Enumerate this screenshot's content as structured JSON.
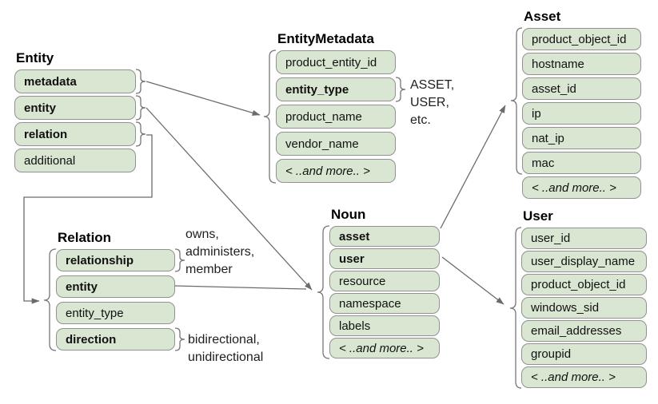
{
  "tables": {
    "entity": {
      "title": "Entity",
      "fields": [
        {
          "label": "metadata"
        },
        {
          "label": "entity"
        },
        {
          "label": "relation"
        },
        {
          "label": "additional"
        }
      ]
    },
    "entity_metadata": {
      "title": "EntityMetadata",
      "fields": [
        {
          "label": "product_entity_id"
        },
        {
          "label": "entity_type"
        },
        {
          "label": "product_name"
        },
        {
          "label": "vendor_name"
        },
        {
          "label": "< ..and more.. >"
        }
      ]
    },
    "asset": {
      "title": "Asset",
      "fields": [
        {
          "label": "product_object_id"
        },
        {
          "label": "hostname"
        },
        {
          "label": "asset_id"
        },
        {
          "label": "ip"
        },
        {
          "label": "nat_ip"
        },
        {
          "label": "mac"
        },
        {
          "label": "< ..and more.. >"
        }
      ]
    },
    "noun": {
      "title": "Noun",
      "fields": [
        {
          "label": "asset"
        },
        {
          "label": "user"
        },
        {
          "label": "resource"
        },
        {
          "label": "namespace"
        },
        {
          "label": "labels"
        },
        {
          "label": "< ..and more.. >"
        }
      ]
    },
    "relation": {
      "title": "Relation",
      "fields": [
        {
          "label": "relationship"
        },
        {
          "label": "entity"
        },
        {
          "label": "entity_type"
        },
        {
          "label": "direction"
        }
      ]
    },
    "user": {
      "title": "User",
      "fields": [
        {
          "label": "user_id"
        },
        {
          "label": "user_display_name"
        },
        {
          "label": "product_object_id"
        },
        {
          "label": "windows_sid"
        },
        {
          "label": "email_addresses"
        },
        {
          "label": "groupid"
        },
        {
          "label": "< ..and more.. >"
        }
      ]
    }
  },
  "annotations": {
    "entity_type_values": {
      "lines": [
        "ASSET,",
        "USER,",
        "etc."
      ]
    },
    "relationship_values": {
      "lines": [
        "owns,",
        "administers,",
        "member"
      ]
    },
    "direction_values": {
      "lines": [
        "bidirectional,",
        "unidirectional"
      ]
    }
  },
  "colors": {
    "field_fill": "#d9e7d2",
    "field_border": "#919191",
    "connector": "#6b6b6b",
    "text": "#111111"
  }
}
